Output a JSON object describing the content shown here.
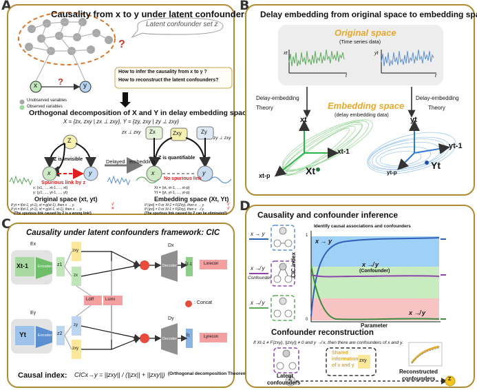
{
  "labels": {
    "A": "A",
    "B": "B",
    "C": "C",
    "D": "D"
  },
  "panelA": {
    "title": "Causality from x to y under latent confounders",
    "bubble": "Latent confounder set z",
    "question_mark": "?",
    "question_mark_2": "?",
    "node_x": "x",
    "node_y": "y",
    "legend_unobserved": "Unobserved variables",
    "legend_observed": "Observed variables",
    "q1": "How to infer the causality from x to y ?",
    "q2": "How to reconstruct the latent confounders?",
    "subtitle": "Orthogonal decomposition of X and Y in delay embedding space",
    "equation": "X = {zx, zxy | zx ⊥ zxy}, Y = {zy, zxy | zy ⊥ zxy}",
    "orth_x": "zx ⊥ zxy",
    "orth_y": "zy ⊥ zxy",
    "z_node": "Z",
    "z_invisible": "Z is invisible",
    "z_quantifiable": "Z is quantifiable",
    "spurious": "Spurious link by z",
    "no_spurious": "No spurious link",
    "delayed": "Delayed",
    "embedding": "embedding",
    "zx": "Zx",
    "zxy": "Zxy",
    "zy": "Zy",
    "orig_x_series": "x: {x1, ..., xt-1, ..., xt}",
    "orig_y_series": "y: {y1, ..., yt-1, ..., yt}",
    "orig_title": "Original space (xt, yt)",
    "orig_rule1": "If yt = f(xt-1, yt-1), xt = g(xt-1), then x → y.",
    "orig_rule2": "If yt = f(zt-1, yt-1), xt = g(zt-1, xt-1), then x → y.",
    "orig_note": "(The spurious link caused by Z is a wrong link!)",
    "emb_x_series": "Xt = {xt, xt-1, ..., xt-p}",
    "emb_y_series": "Yt = {yt, yt-1, ..., yt-p}",
    "emb_title": "Embedding space (Xt, Yt)",
    "emb_rule1": "If ||zx|| = 0 or Xt-1 = F(Zxy), then x → y.",
    "emb_rule2": "If ||zx|| ≠ 0 or Xt-1 ≠ F(Zxy), then x ↛ y.",
    "emb_note": "(The spurious link caused by Z can be eliminated!)",
    "check": "√",
    "cross": "×"
  },
  "panelB": {
    "title": "Delay embedding from original space to embedding space",
    "orig_space": "Original space",
    "orig_sub": "(Time series data)",
    "xt_label": "xt",
    "yt_label": "yt",
    "t_axis": "t",
    "left_arrow": "Delay-embedding",
    "left_arrow2": "Theory",
    "right_arrow": "Delay-embedding",
    "right_arrow2": "Theory",
    "emb_space": "Embedding space",
    "emb_sub": "(delay embedding data)",
    "axis_xt": "xt",
    "axis_xt1": "xt-1",
    "axis_xtp": "xt-p",
    "point_X": "Xt",
    "axis_yt": "yt",
    "axis_yt1": "yt-1",
    "axis_ytp": "yt-p",
    "point_Y": "Yt"
  },
  "panelC": {
    "title": "Causality under latent confounders framework: CIC",
    "Ex": "Ex",
    "Ey": "Ey",
    "Dx": "Dx",
    "Dy": "Dy",
    "Xt1": "Xt-1",
    "Yt": "Yt",
    "encoder": "Encoder",
    "decoder": "Decoder",
    "z1": "z1",
    "z2": "z2",
    "zxy": "zxy",
    "zx": "zx",
    "zy": "zy",
    "Xhat": "X̂t-1",
    "Yhat": "Ŷt",
    "loss_diff": "Ldiff",
    "loss_sim": "Lsimi",
    "loss_recon_x": "Lxrecon",
    "loss_recon_y": "Lyrecon",
    "concat": ": Concat",
    "causal_index_label": "Causal index:",
    "formula": "CICx→y = ||zxy|| / (||zx|| + ||zxy||)",
    "theorem": "(Orthogonal decomposition Theorem)"
  },
  "panelD": {
    "title": "Causality and confounder inference",
    "chart_title": "Identify causal associations and confounders",
    "row1": "x → y",
    "row2": "x ↛ y",
    "row2_sub": "Confounder",
    "row3": "x ↛ y",
    "ylabel": "CIC index",
    "xlabel": "Parameter",
    "region1": "x → y",
    "region2": "x ↛ y",
    "region2_sub": "(Confounder)",
    "region3": "x ↛ y",
    "ytick_top": "1",
    "ytick_bottom": "0",
    "subtitle": "Confounder reconstruction",
    "rule": "If Xt-1 ≠ F(zxy), ||zxy|| ≠ 0 and y ↛ x, then there are confounders of x and y.",
    "latent": "Latent",
    "latent2": "confounders",
    "z_symbol": "Z",
    "shared1": "Shared",
    "shared2": "information",
    "shared3": "of x and y",
    "zxy": "zxy",
    "recon1": "Reconstructed",
    "recon2": "confounders",
    "z_out": "Z"
  },
  "colors": {
    "panel_border": "#b08a2e",
    "green": "#5aa95a",
    "blue": "#3a7fd0",
    "red": "#e04040",
    "orange": "#e5a92a",
    "yellow": "#fbe79a"
  }
}
